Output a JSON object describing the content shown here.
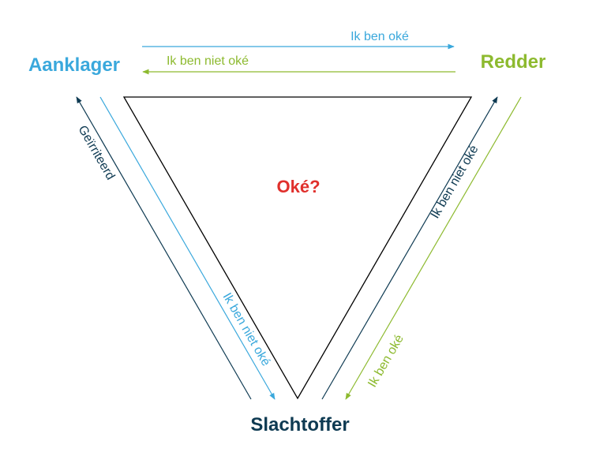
{
  "roles": {
    "accuser": "Aanklager",
    "rescuer": "Redder",
    "victim": "Slachtoffer"
  },
  "center": "Oké?",
  "arrows": {
    "top_right": "Ik ben oké",
    "top_left": "Ik ben niet oké",
    "left_up": "Geïrriteerd",
    "left_down": "Ik ben niet oké",
    "right_up": "Ik ben niet oké",
    "right_down": "Ik ben oké"
  },
  "colors": {
    "accuser": "#3aa8dc",
    "rescuer": "#8dba2f",
    "victim": "#0e3a52",
    "center": "#e0302c",
    "triangle": "#000000"
  }
}
